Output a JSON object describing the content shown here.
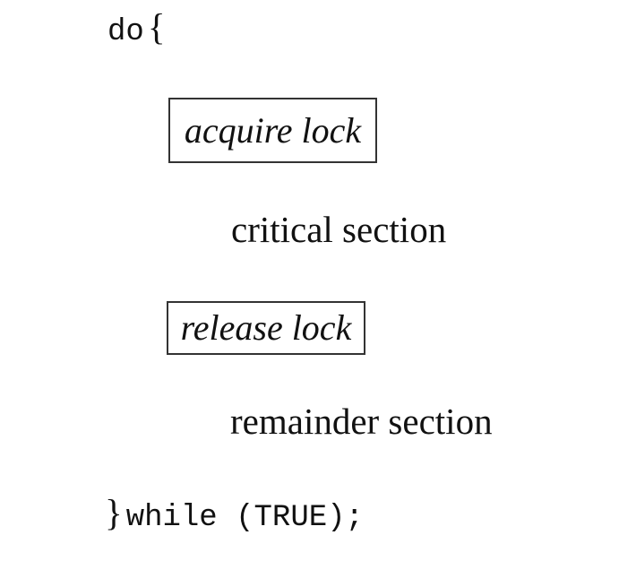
{
  "code": {
    "do_keyword": "do",
    "open_brace": "{",
    "acquire_label": "acquire lock",
    "critical_label": "critical section",
    "release_label": "release lock",
    "remainder_label": "remainder section",
    "close_brace": "}",
    "while_clause": "while (TRUE);"
  }
}
